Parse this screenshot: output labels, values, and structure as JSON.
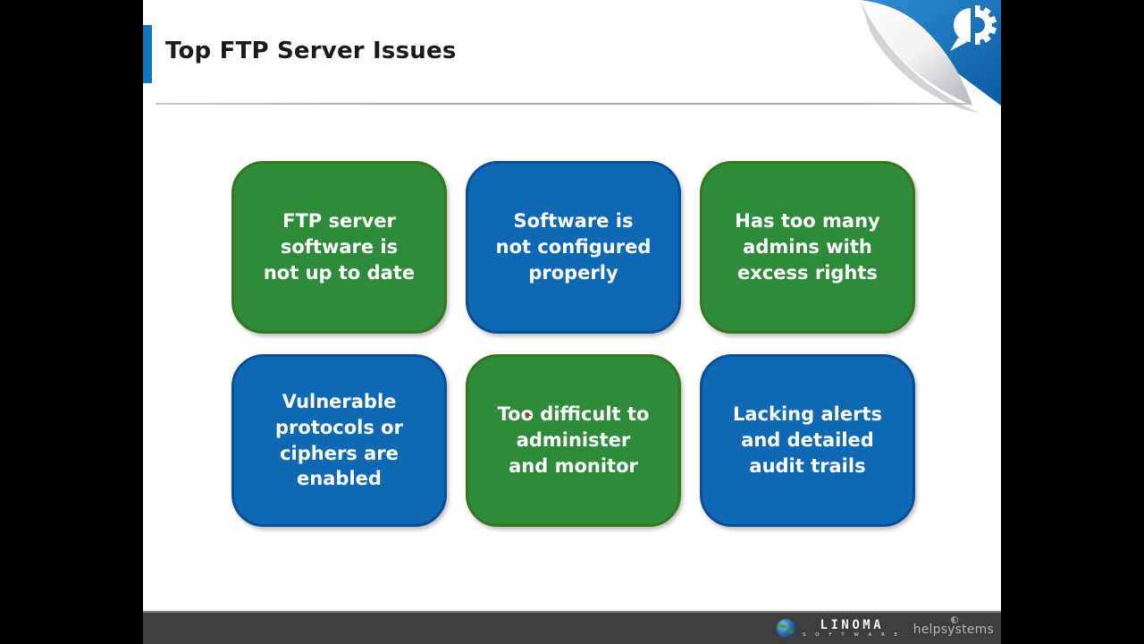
{
  "slide": {
    "title": "Top FTP Server Issues",
    "boxes": [
      {
        "label": "FTP server\nsoftware is\nnot up to date",
        "color": "green"
      },
      {
        "label": "Software is\nnot configured\nproperly",
        "color": "blue"
      },
      {
        "label": "Has too many\nadmins with\nexcess rights",
        "color": "green"
      },
      {
        "label": "Vulnerable\nprotocols or\nciphers are\nenabled",
        "color": "blue"
      },
      {
        "label": "Too difficult to\nadminister\nand monitor",
        "color": "green"
      },
      {
        "label": "Lacking alerts\nand detailed\naudit trails",
        "color": "blue"
      }
    ]
  },
  "footer": {
    "brand_primary": "LINOMA",
    "brand_primary_sub": "S O F T W A R E",
    "brand_secondary": "helpsystems"
  },
  "icons": {
    "corner": "speech-bubble-gear-icon",
    "footer_globe": "globe-icon",
    "cursor": "pointer-cursor"
  },
  "colors": {
    "accent_blue": "#1074BE",
    "title_text": "#1A1A1A",
    "box_green_fill": "#2E8B3A",
    "box_green_border": "#35761F",
    "box_blue_fill": "#0E68B4",
    "box_blue_border": "#0A4D99",
    "corner_blue": "#1878BE",
    "footer_bg": "#3E3E3E"
  }
}
